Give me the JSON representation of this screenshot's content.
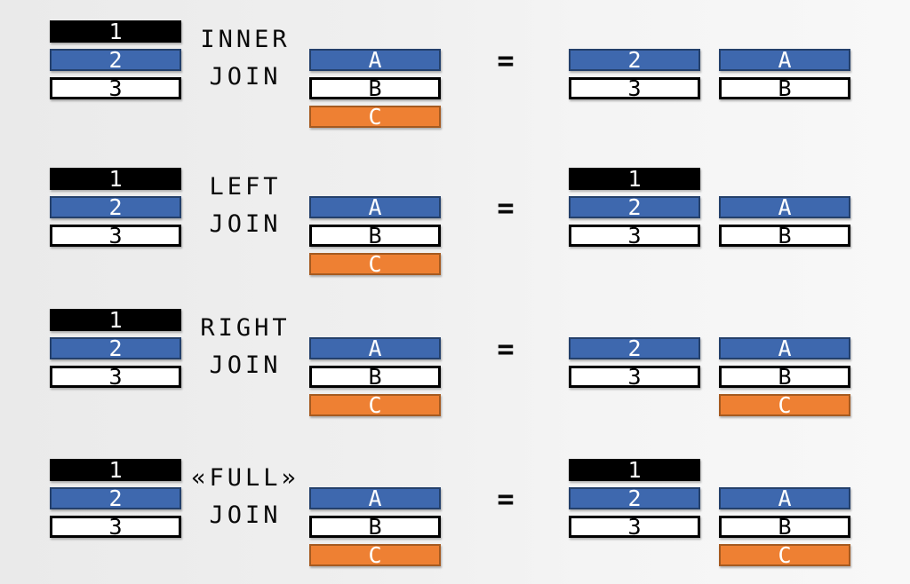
{
  "palette": {
    "black": {
      "fill": "#000000",
      "border": "#000000",
      "text": "#ffffff"
    },
    "blue": {
      "fill": "#3e68ae",
      "border": "#24406b",
      "text": "#ffffff"
    },
    "white": {
      "fill": "#ffffff",
      "border": "#000000",
      "text": "#000000"
    },
    "orange": {
      "fill": "#ee8033",
      "border": "#a55a20",
      "text": "#ffffff"
    }
  },
  "equals_sign": "=",
  "rows": [
    {
      "join_type": [
        "INNER",
        "JOIN"
      ],
      "left_table": [
        {
          "label": "1",
          "color": "black",
          "slot": 0
        },
        {
          "label": "2",
          "color": "blue",
          "slot": 1
        },
        {
          "label": "3",
          "color": "white",
          "slot": 2
        }
      ],
      "right_table": [
        {
          "label": "A",
          "color": "blue",
          "slot": 1
        },
        {
          "label": "B",
          "color": "white",
          "slot": 2
        },
        {
          "label": "C",
          "color": "orange",
          "slot": 3
        }
      ],
      "result_left": [
        {
          "label": "2",
          "color": "blue",
          "slot": 1
        },
        {
          "label": "3",
          "color": "white",
          "slot": 2
        }
      ],
      "result_right": [
        {
          "label": "A",
          "color": "blue",
          "slot": 1
        },
        {
          "label": "B",
          "color": "white",
          "slot": 2
        }
      ]
    },
    {
      "join_type": [
        "LEFT",
        "JOIN"
      ],
      "left_table": [
        {
          "label": "1",
          "color": "black",
          "slot": 0
        },
        {
          "label": "2",
          "color": "blue",
          "slot": 1
        },
        {
          "label": "3",
          "color": "white",
          "slot": 2
        }
      ],
      "right_table": [
        {
          "label": "A",
          "color": "blue",
          "slot": 1
        },
        {
          "label": "B",
          "color": "white",
          "slot": 2
        },
        {
          "label": "C",
          "color": "orange",
          "slot": 3
        }
      ],
      "result_left": [
        {
          "label": "1",
          "color": "black",
          "slot": 0
        },
        {
          "label": "2",
          "color": "blue",
          "slot": 1
        },
        {
          "label": "3",
          "color": "white",
          "slot": 2
        }
      ],
      "result_right": [
        {
          "label": "A",
          "color": "blue",
          "slot": 1
        },
        {
          "label": "B",
          "color": "white",
          "slot": 2
        }
      ]
    },
    {
      "join_type": [
        "RIGHT",
        "JOIN"
      ],
      "left_table": [
        {
          "label": "1",
          "color": "black",
          "slot": 0
        },
        {
          "label": "2",
          "color": "blue",
          "slot": 1
        },
        {
          "label": "3",
          "color": "white",
          "slot": 2
        }
      ],
      "right_table": [
        {
          "label": "A",
          "color": "blue",
          "slot": 1
        },
        {
          "label": "B",
          "color": "white",
          "slot": 2
        },
        {
          "label": "C",
          "color": "orange",
          "slot": 3
        }
      ],
      "result_left": [
        {
          "label": "2",
          "color": "blue",
          "slot": 1
        },
        {
          "label": "3",
          "color": "white",
          "slot": 2
        }
      ],
      "result_right": [
        {
          "label": "A",
          "color": "blue",
          "slot": 1
        },
        {
          "label": "B",
          "color": "white",
          "slot": 2
        },
        {
          "label": "C",
          "color": "orange",
          "slot": 3
        }
      ]
    },
    {
      "join_type": [
        "«FULL»",
        "JOIN"
      ],
      "left_table": [
        {
          "label": "1",
          "color": "black",
          "slot": 0
        },
        {
          "label": "2",
          "color": "blue",
          "slot": 1
        },
        {
          "label": "3",
          "color": "white",
          "slot": 2
        }
      ],
      "right_table": [
        {
          "label": "A",
          "color": "blue",
          "slot": 1
        },
        {
          "label": "B",
          "color": "white",
          "slot": 2
        },
        {
          "label": "C",
          "color": "orange",
          "slot": 3
        }
      ],
      "result_left": [
        {
          "label": "1",
          "color": "black",
          "slot": 0
        },
        {
          "label": "2",
          "color": "blue",
          "slot": 1
        },
        {
          "label": "3",
          "color": "white",
          "slot": 2
        }
      ],
      "result_right": [
        {
          "label": "A",
          "color": "blue",
          "slot": 1
        },
        {
          "label": "B",
          "color": "white",
          "slot": 2
        },
        {
          "label": "C",
          "color": "orange",
          "slot": 3
        }
      ]
    }
  ]
}
